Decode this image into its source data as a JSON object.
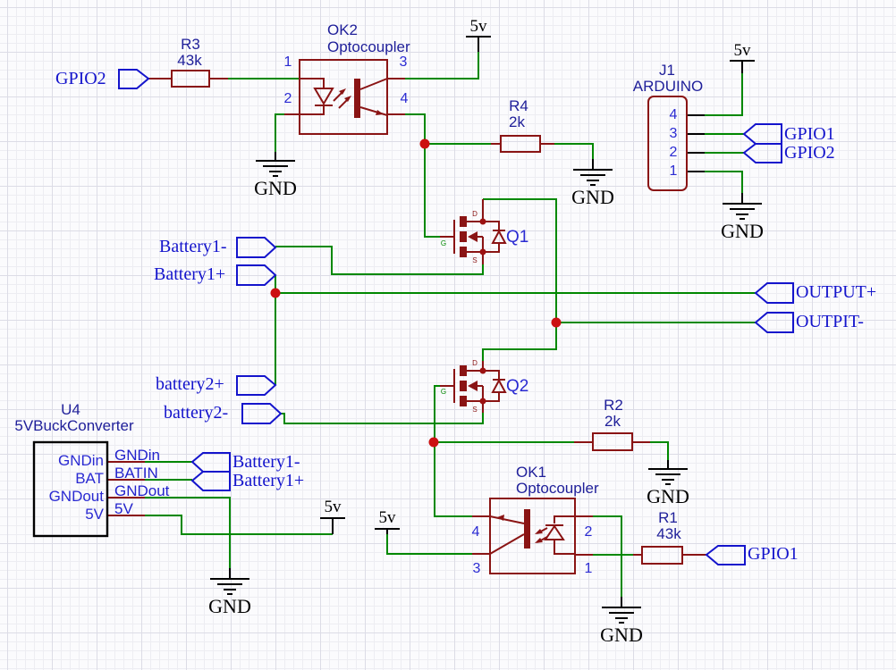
{
  "power": {
    "v5": "5v",
    "gnd": "GND"
  },
  "nets": {
    "gpio1": "GPIO1",
    "gpio2": "GPIO2",
    "battery1_minus": "Battery1-",
    "battery1_plus": "Battery1+",
    "battery2_plus": "battery2+",
    "battery2_minus": "battery2-",
    "output_plus": "OUTPUT+",
    "output_minus": "OUTPIT-"
  },
  "components": {
    "r1": {
      "ref": "R1",
      "value": "43k"
    },
    "r2": {
      "ref": "R2",
      "value": "2k"
    },
    "r3": {
      "ref": "R3",
      "value": "43k"
    },
    "r4": {
      "ref": "R4",
      "value": "2k"
    },
    "ok2": {
      "ref": "OK2",
      "value": "Optocoupler",
      "pin_top_left": "1",
      "pin_bottom_left": "2",
      "pin_top_right": "3",
      "pin_bottom_right": "4"
    },
    "ok1": {
      "ref": "OK1",
      "value": "Optocoupler",
      "pin_top_left": "4",
      "pin_bottom_left": "3",
      "pin_top_right": "2",
      "pin_bottom_right": "1"
    },
    "q1": {
      "ref": "Q1",
      "drain": "D",
      "gate": "G",
      "source": "S"
    },
    "q2": {
      "ref": "Q2",
      "drain": "D",
      "gate": "G",
      "source": "S"
    },
    "j1": {
      "ref": "J1",
      "value": "ARDUINO",
      "pins": [
        "4",
        "3",
        "2",
        "1"
      ]
    },
    "u4": {
      "ref": "U4",
      "value": "5VBuckConverter",
      "pins": [
        "GNDin",
        "BAT",
        "GNDout",
        "5V"
      ],
      "net_labels": [
        "GNDin",
        "BATIN",
        "GNDout",
        "5V"
      ]
    }
  },
  "colors": {
    "wire": "#008800",
    "component_outline": "#8a1414",
    "net_flag": "#1414cc",
    "component_text": "#20209a",
    "junction": "#cc1111"
  }
}
